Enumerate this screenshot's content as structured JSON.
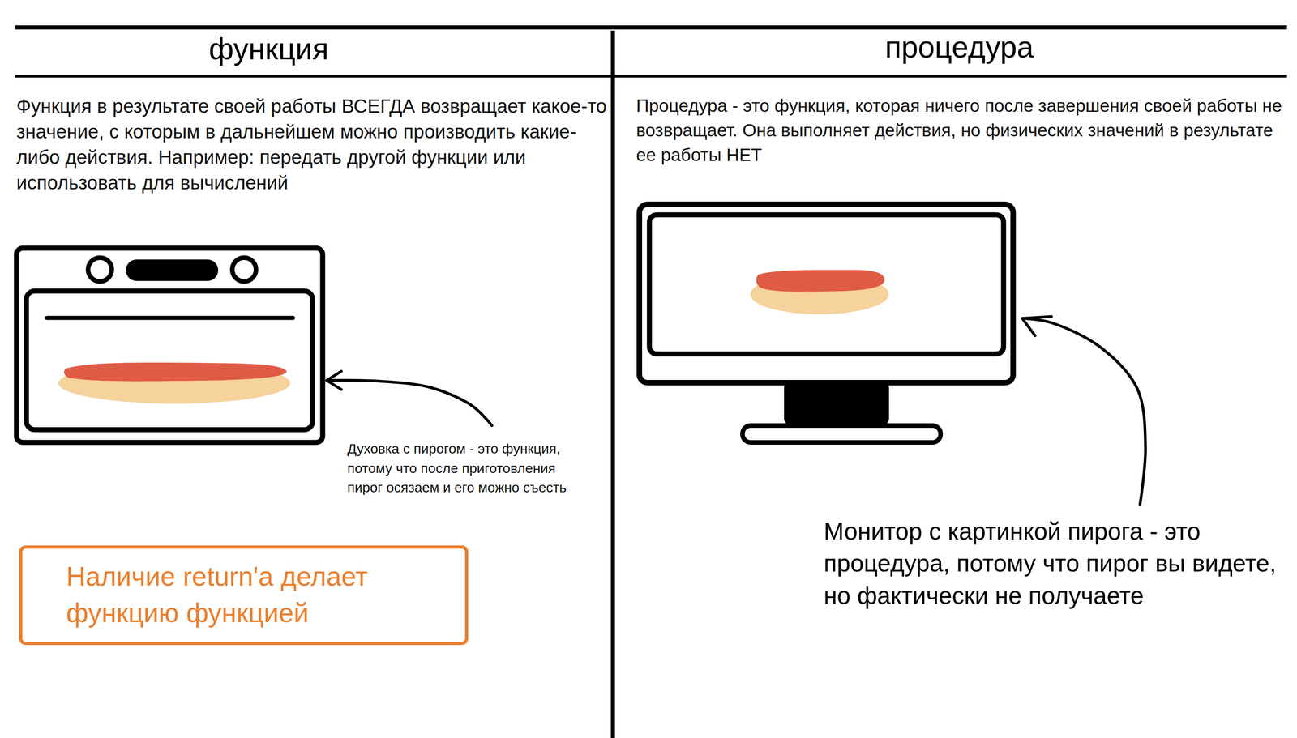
{
  "diagram": {
    "nodes": [
      {
        "text": [
          "Наличие return'а делает функцию функцией"
        ]
      }
    ],
    "labels": [
      "функция",
      "процедура",
      "Функция в результате своей работы ВСЕГДА возвращает какое-то значение, с которым в дальнейшем можно производить какие-либо действия. Например: передать другой функции или использовать для вычислений",
      "Процедура - это функция, которая ничего после завершения своей работы не возвращает. Она выполняет действия, но физических значений в результате ее работы НЕТ",
      "Духовка с пирогом - это функция, потому что после приготовления пирог осязаем и его можно съесть",
      "Монитор с картинкой пирога - это процедура, потому что пирог вы видете, но фактически не получаете"
    ]
  }
}
